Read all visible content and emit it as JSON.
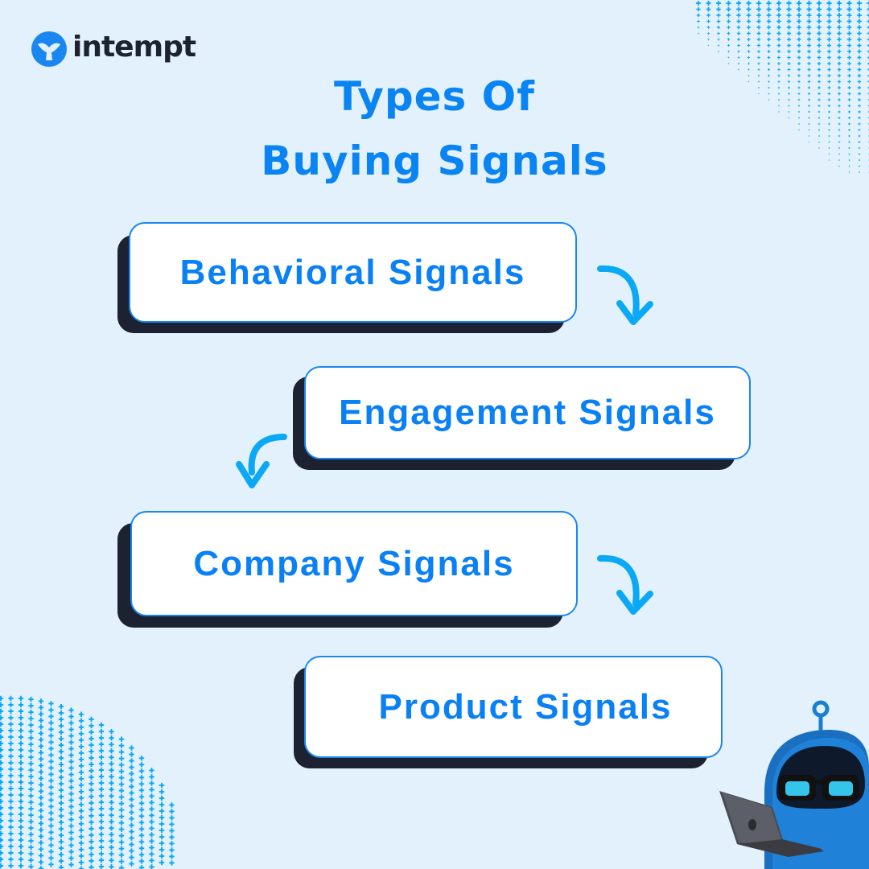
{
  "brand": {
    "name": "intempt",
    "logo_icon": "whale-tail-icon",
    "brand_color": "#1a86f0"
  },
  "title": {
    "line1": "Types Of",
    "line2": "Buying Signals",
    "color": "#0a84f2"
  },
  "signals": [
    {
      "label": "Behavioral Signals"
    },
    {
      "label": "Engagement Signals"
    },
    {
      "label": "Company Signals"
    },
    {
      "label": "Product Signals"
    }
  ],
  "arrows": [
    {
      "icon": "curved-arrow-down-right-icon"
    },
    {
      "icon": "curved-arrow-down-left-icon"
    },
    {
      "icon": "curved-arrow-down-right-icon"
    }
  ],
  "colors": {
    "background": "#e3f1fd",
    "card_shadow": "#1c2232",
    "arrow": "#0aa8f5",
    "dots": "#0aa8f5"
  },
  "decorations": {
    "mascot": "robot-with-laptop-illustration"
  }
}
